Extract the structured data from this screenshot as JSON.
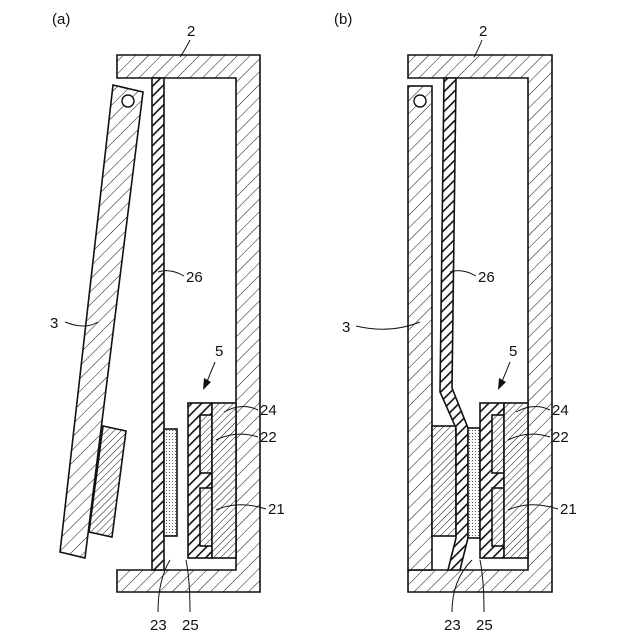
{
  "panels": [
    {
      "id": "a",
      "caption": "(a)",
      "labels": {
        "housing": "2",
        "cover": "3",
        "unit": "5",
        "l21": "21",
        "l22": "22",
        "l23": "23",
        "l24": "24",
        "l25": "25",
        "l26": "26"
      }
    },
    {
      "id": "b",
      "caption": "(b)",
      "labels": {
        "housing": "2",
        "cover": "3",
        "unit": "5",
        "l21": "21",
        "l22": "22",
        "l23": "23",
        "l24": "24",
        "l25": "25",
        "l26": "26"
      }
    }
  ],
  "colors": {
    "line": "#111111",
    "background": "#ffffff"
  }
}
